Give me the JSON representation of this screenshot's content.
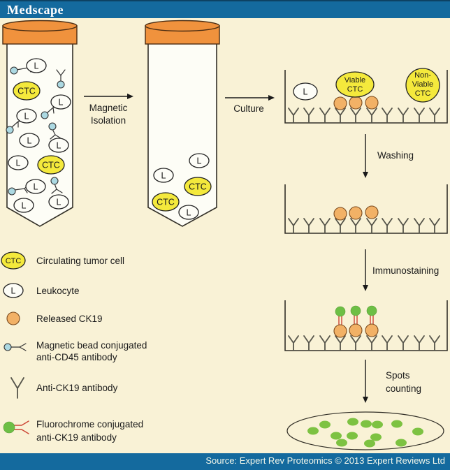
{
  "header": {
    "brand": "Medscape"
  },
  "footer": {
    "source_text": "Source: Expert Rev Proteomics © 2013 Expert Reviews Ltd"
  },
  "steps": {
    "magnetic_isolation": {
      "line1": "Magnetic",
      "line2": "Isolation"
    },
    "culture": "Culture",
    "washing": "Washing",
    "immunostaining": "Immunostaining",
    "spots_counting": {
      "line1": "Spots",
      "line2": "counting"
    }
  },
  "labels": {
    "ctc": "CTC",
    "leukocyte": "L",
    "viable_ctc": {
      "line1": "Viable",
      "line2": "CTC"
    },
    "non_viable_ctc": {
      "line1": "Non-",
      "line2": "Viable",
      "line3": "CTC"
    }
  },
  "legend": {
    "items": [
      {
        "icon": "ctc-cell-icon",
        "line1": "Circulating tumor cell",
        "line2": ""
      },
      {
        "icon": "leukocyte-cell-icon",
        "line1": "Leukocyte",
        "line2": ""
      },
      {
        "icon": "released-ck19-icon",
        "line1": "Released CK19",
        "line2": ""
      },
      {
        "icon": "magnetic-bead-antibody-icon",
        "line1": "Magnetic bead conjugated",
        "line2": "anti-CD45 antibody"
      },
      {
        "icon": "anti-ck19-antibody-icon",
        "line1": "Anti-CK19 antibody",
        "line2": ""
      },
      {
        "icon": "fluorochrome-antibody-icon",
        "line1": "Fluorochrome conjugated",
        "line2": "anti-CK19 antibody"
      }
    ]
  },
  "figure": {
    "spot_count": 13,
    "tube_count": 2,
    "surface_panel_count": 3
  },
  "colors": {
    "bar_blue": "#146A9E",
    "background_cream": "#F9F2D6",
    "tube_cap_orange": "#F0923D",
    "ctc_yellow": "#F4E93C",
    "ck19_orange": "#F2B166",
    "magnetic_bead_blue": "#ACD9E2",
    "fluorochrome_green": "#6DBF45",
    "spot_green": "#7DC242",
    "fluoro_antibody_red": "#CC4433"
  }
}
